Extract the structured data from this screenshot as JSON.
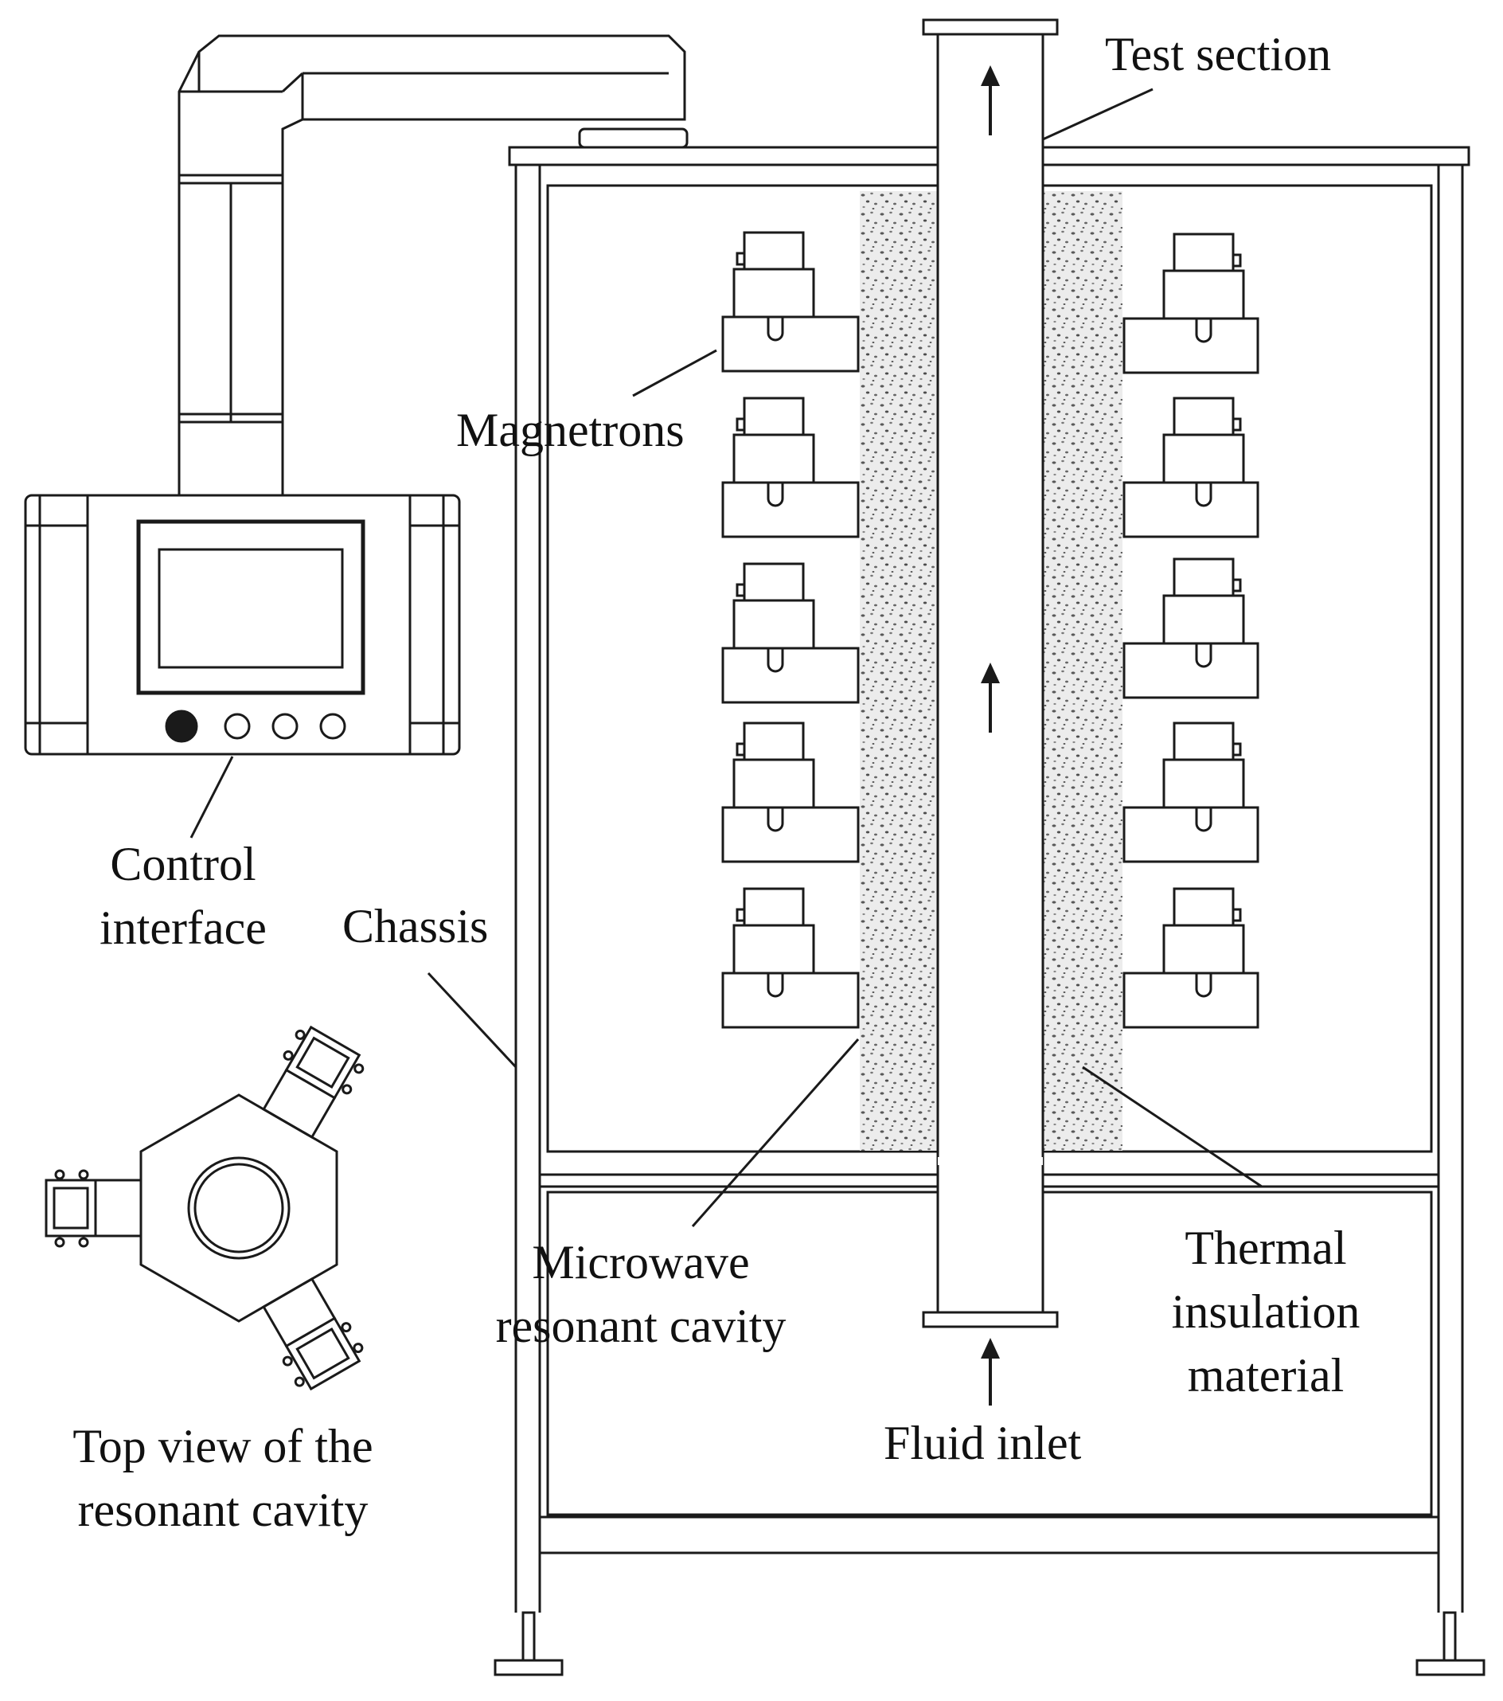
{
  "labels": {
    "test_section": "Test section",
    "magnetrons": "Magnetrons",
    "control_interface": [
      "Control",
      "interface"
    ],
    "chassis": "Chassis",
    "microwave_cavity": [
      "Microwave",
      "resonant cavity"
    ],
    "thermal_insulation": [
      "Thermal",
      "insulation",
      "material"
    ],
    "fluid_inlet": "Fluid inlet",
    "top_view": [
      "Top view of the",
      "resonant cavity"
    ]
  },
  "colors": {
    "line": "#1a1a1a",
    "insulation": "#e6e6e6",
    "insulation_speckle": "#555555",
    "background": "#ffffff"
  },
  "magnetrons_per_side": 5
}
